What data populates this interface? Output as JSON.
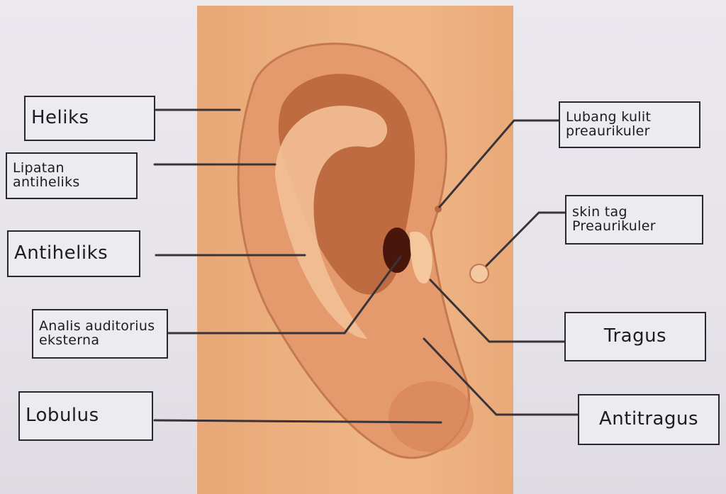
{
  "labels": {
    "heliks": "Heliks",
    "lipatan_antiheliks_line1": "Lipatan",
    "lipatan_antiheliks_line2": "antiheliks",
    "antiheliks": "Antiheliks",
    "analis_line1": "Analis auditorius",
    "analis_line2": "eksterna",
    "lobulus": "Lobulus",
    "lubang_line1": "Lubang kulit",
    "lubang_line2": "preaurikuler",
    "skin_tag_line1": "skin tag",
    "skin_tag_line2": "Preaurikuler",
    "tragus": "Tragus",
    "antitragus": "Antitragus"
  },
  "colors": {
    "skin_background": "#eeb383",
    "label_border": "#2b2730",
    "leader_line": "#3a3338"
  }
}
